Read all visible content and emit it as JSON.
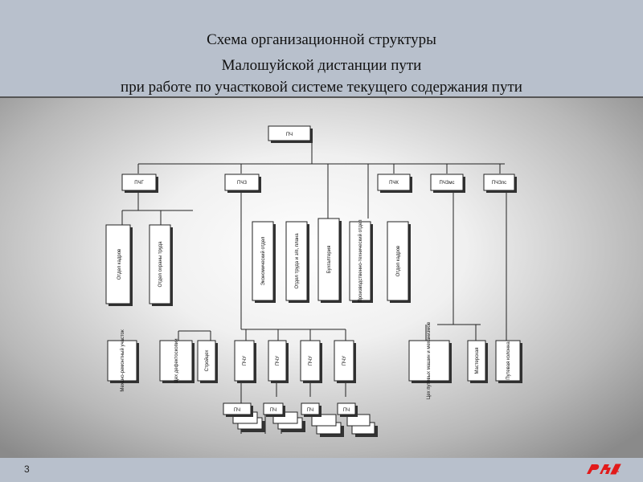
{
  "slide": {
    "title_lines": [
      "Схема организационной структуры",
      "Малошуйской дистанции пути",
      "при работе по участковой системе текущего содержания пути"
    ],
    "page_number": "3",
    "logo": "rzd-logo"
  },
  "diagram": {
    "top": "ПЧ",
    "level1": [
      "ПЧГ",
      "ПЧЗ",
      "ПЧК",
      "ПЧЗмс",
      "ПЧЗпс"
    ],
    "vertical_left": [
      "Отдел кадров",
      "Отдел охраны труда"
    ],
    "vertical_center": [
      "Экономический отдел",
      "Отдел труда и з/п, плана",
      "Бухгалтерия",
      "Производственно-технический отдел",
      "Отдел кадров"
    ],
    "bottom": [
      "Механо-ремонтный участок",
      "Цех дефектоскопии",
      "Стройцех",
      "ПЧУ",
      "ПЧУ",
      "ПЧУ",
      "ПЧУ",
      "Цех путевых машин и механизмов",
      "Мастерская",
      "Путевая колонна"
    ],
    "sub": [
      "ПЧ",
      "ПЧ",
      "ПЧ",
      "ПЧ"
    ]
  }
}
